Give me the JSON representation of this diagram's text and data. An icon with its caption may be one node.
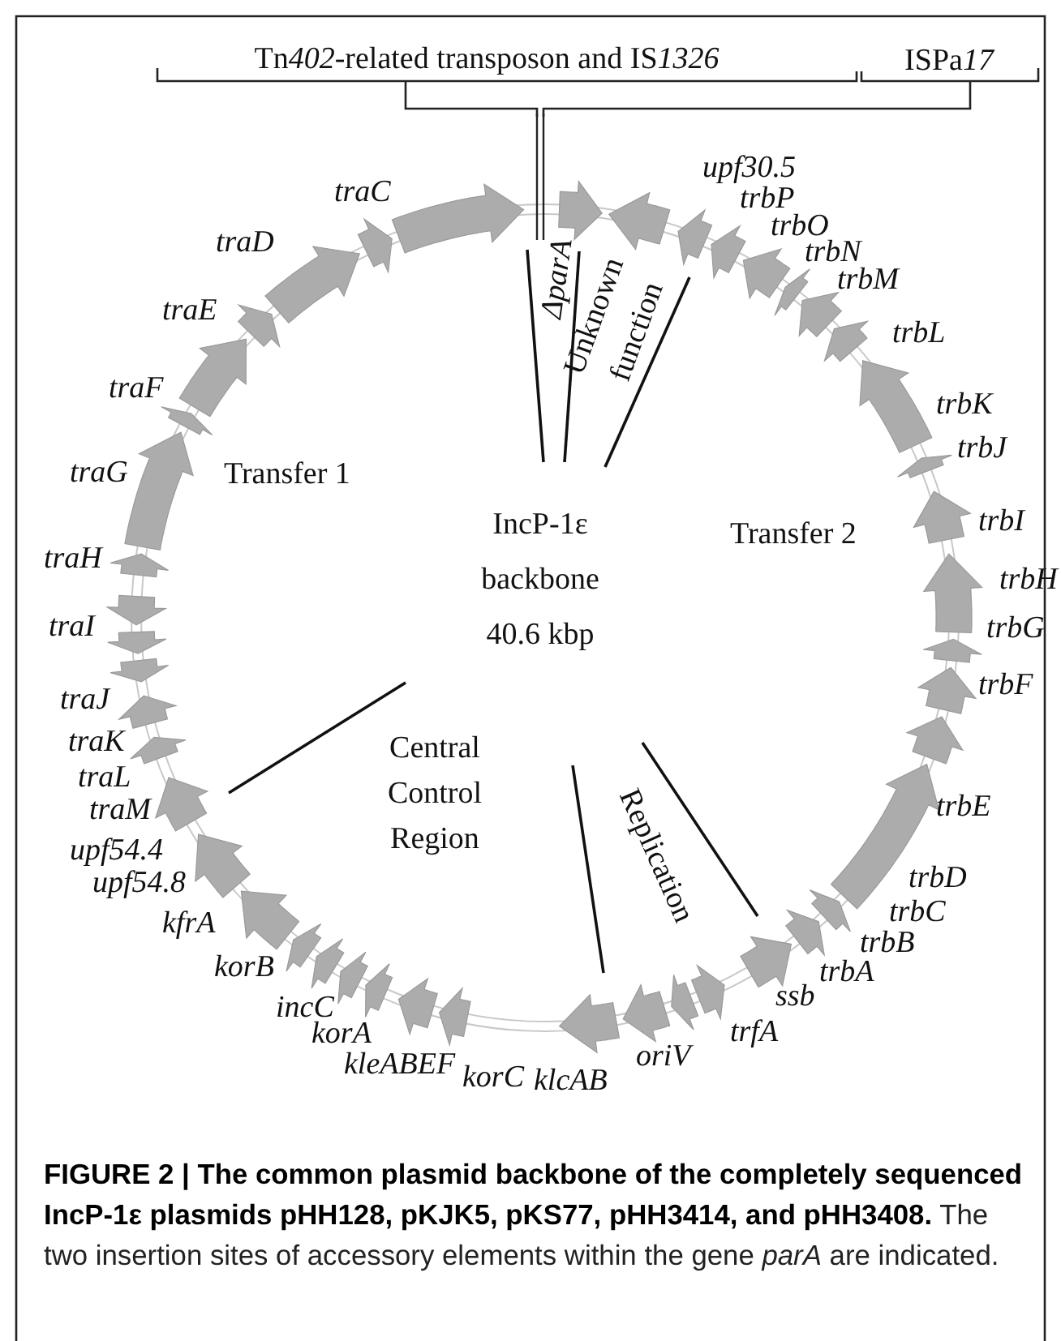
{
  "diagram": {
    "caption": "**FIGURE 2 | The common plasmid backbone of the completely sequenced IncP-1ε plasmids pHH128, pKJK5, pKS77, pHH3414, and pHH3408.** The two insertion sites of accessory elements within the gene *parA* are indicated.",
    "labels": [
      "Tn402-related transposon and IS1326",
      "ISPa17",
      "traC",
      "ΔparA",
      "Unknown function",
      "upf30.5",
      "trbP",
      "trbO",
      "traD",
      "trbN",
      "trbM",
      "traE",
      "trbL",
      "traF",
      "trbK",
      "trbJ",
      "traG",
      "Transfer 1",
      "IncP-1ε backbone 40.6 kbp",
      "trbI",
      "Transfer 2",
      "traH",
      "trbH",
      "traI",
      "trbG",
      "trbF",
      "traJ",
      "traK",
      "traL",
      "Central Control Region",
      "trbE",
      "traM",
      "upf54.4",
      "Replication",
      "trbD",
      "upf54.8",
      "trbC",
      "kfrA",
      "trbB",
      "korB",
      "trbA",
      "ssb",
      "incC",
      "trfA",
      "korA",
      "oriV",
      "kleABEF",
      "korC",
      "klcAB"
    ]
  }
}
